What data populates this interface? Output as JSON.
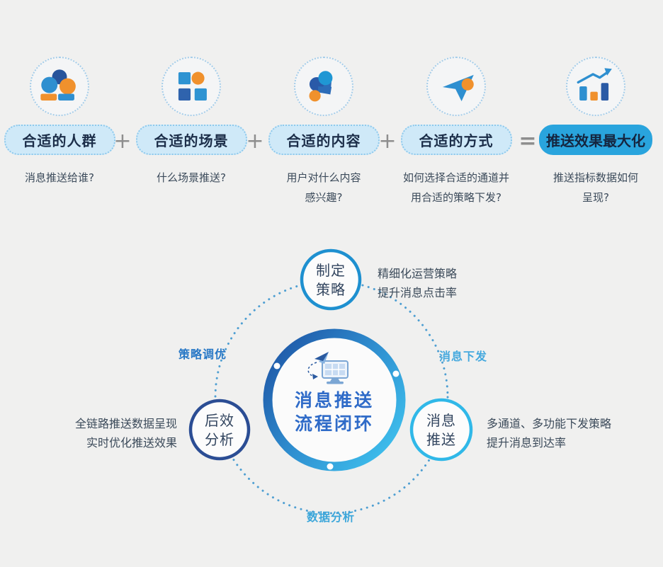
{
  "formula": {
    "operators": [
      "+",
      "+",
      "+",
      "="
    ],
    "items": [
      {
        "icon": "people-group-icon",
        "label": "合适的人群",
        "desc_line1": "消息推送给谁?",
        "desc_line2": ""
      },
      {
        "icon": "grid-icon",
        "label": "合适的场景",
        "desc_line1": "什么场景推送?",
        "desc_line2": ""
      },
      {
        "icon": "heart-icon",
        "label": "合适的内容",
        "desc_line1": "用户对什么内容",
        "desc_line2": "感兴趣?"
      },
      {
        "icon": "send-icon",
        "label": "合适的方式",
        "desc_line1": "如何选择合适的通道并",
        "desc_line2": "用合适的策略下发?"
      },
      {
        "icon": "bar-chart-icon",
        "label": "推送效果最大化",
        "desc_line1": "推送指标数据如何",
        "desc_line2": "呈现?",
        "highlighted": true
      }
    ]
  },
  "cycle": {
    "center": {
      "icon": "monitor-paper-plane-icon",
      "title_line1": "消息推送",
      "title_line2": "流程闭环"
    },
    "nodes": {
      "top": {
        "label_line1": "制定",
        "label_line2": "策略",
        "desc_line1": "精细化运营策略",
        "desc_line2": "提升消息点击率"
      },
      "left": {
        "label_line1": "后效",
        "label_line2": "分析",
        "desc_line1": "全链路推送数据呈现",
        "desc_line2": "实时优化推送效果"
      },
      "right": {
        "label_line1": "消息",
        "label_line2": "推送",
        "desc_line1": "多通道、多功能下发策略",
        "desc_line2": "提升消息到达率"
      }
    },
    "edge_labels": {
      "top_left": "策略调优",
      "top_right": "消息下发",
      "bottom": "数据分析"
    }
  },
  "colors": {
    "background": "#f0f0ef",
    "blue": "#2e8fd0",
    "navy": "#27549b",
    "orange": "#f0912d",
    "cyan": "#3fc3ef",
    "pill_bg": "#cfe9f8",
    "pill_border": "#8ec9ec",
    "pill_text": "#1c2e49",
    "highlight_pill_bg": "#29a4dd",
    "operator_gray": "#8e8e8e",
    "ring_gradient_start": "#1e55a5",
    "ring_gradient_end": "#3fc3ef",
    "node_top_border": "#1e90d0",
    "node_left_border": "#2b4d94",
    "node_right_border": "#30b8e8",
    "center_title_color": "#2f6bc8",
    "edge_label_strategy_color": "#2878c6",
    "edge_label_delivery_color": "#46a9de",
    "edge_label_analysis_color": "#3ba6da",
    "desc_text": "#3b4a5a"
  }
}
